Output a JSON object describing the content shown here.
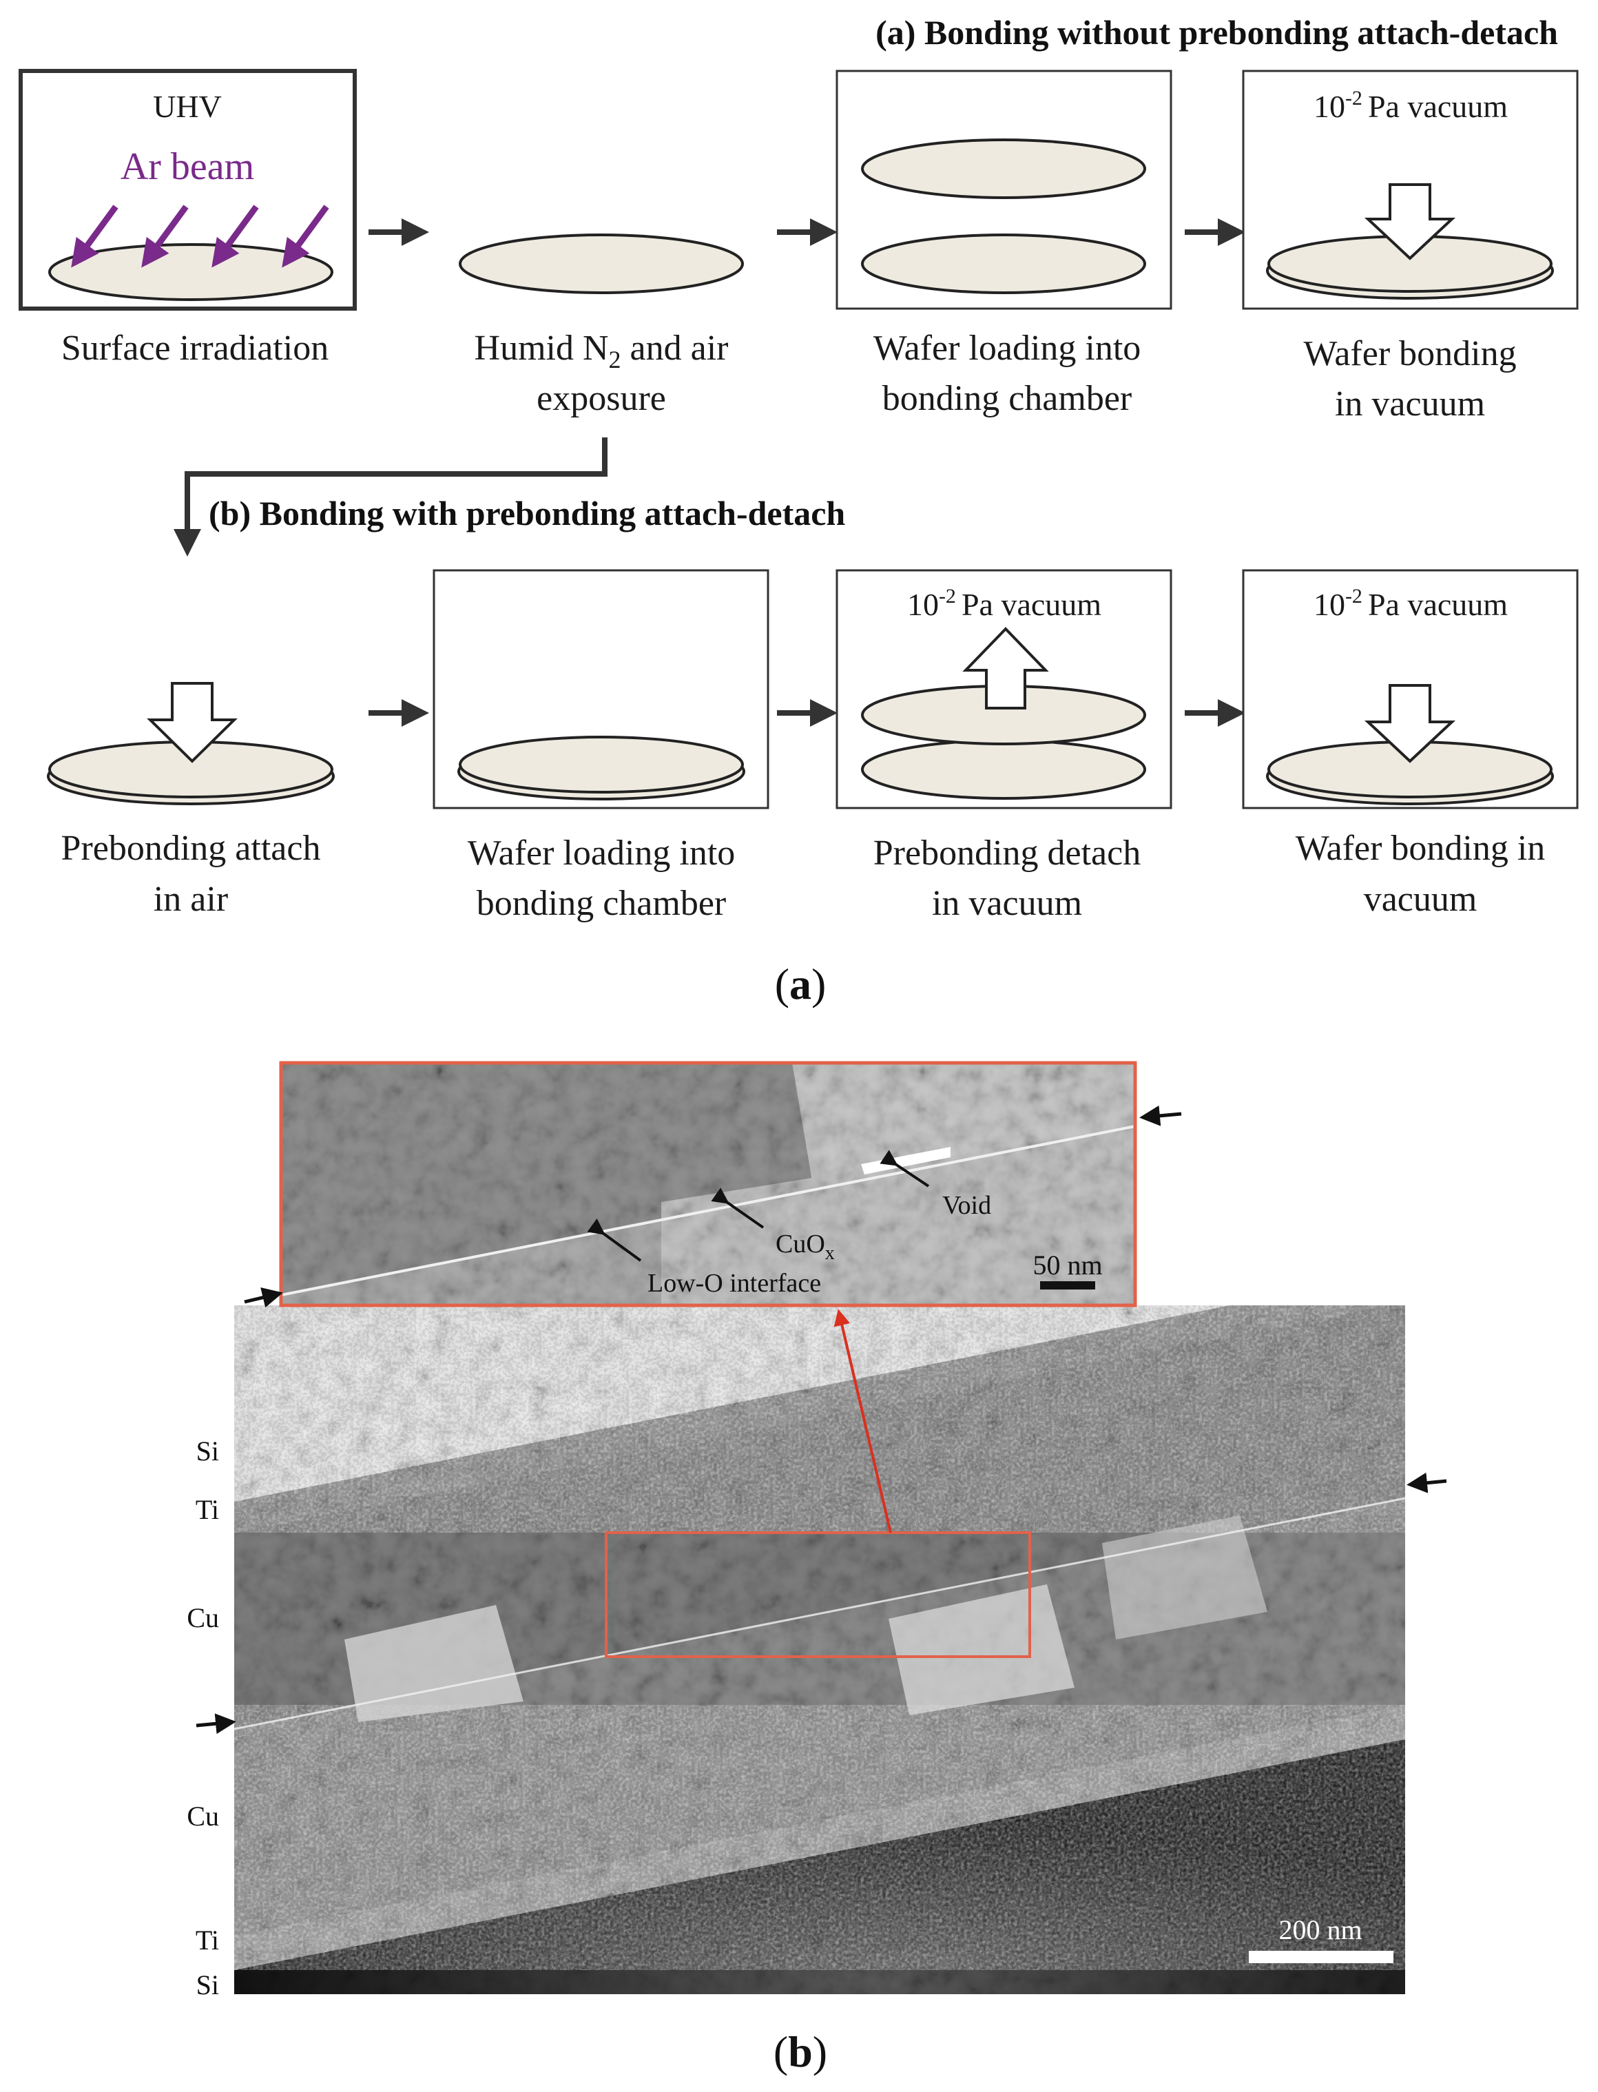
{
  "panel_a": {
    "header_a": "(a) Bonding without prebonding attach-detach",
    "header_b": "(b) Bonding with prebonding attach-detach",
    "uhv": "UHV",
    "ar_beam": "Ar beam",
    "vacuum_base": "10",
    "vacuum_exp": "-2",
    "vacuum_unit": "Pa vacuum",
    "row_a": {
      "step1": [
        "Surface irradiation"
      ],
      "step2_line1_pre": "Humid N",
      "step2_line1_sub": "2",
      "step2_line1_post": " and air",
      "step2_line2": "exposure",
      "step3": [
        "Wafer loading into",
        "bonding chamber"
      ],
      "step4": [
        "Wafer bonding",
        "in vacuum"
      ]
    },
    "row_b": {
      "step1": [
        "Prebonding attach",
        "in air"
      ],
      "step2": [
        "Wafer loading into",
        "bonding chamber"
      ],
      "step3": [
        "Prebonding detach",
        "in vacuum"
      ],
      "step4": [
        "Wafer bonding in",
        "vacuum"
      ]
    },
    "caption": {
      "open": "(",
      "letter": "a",
      "close": ")"
    }
  },
  "panel_b": {
    "layers": [
      "Si",
      "Ti",
      "Cu",
      "Cu",
      "Ti",
      "Si"
    ],
    "inset_void": "Void",
    "inset_cuox_base": "CuO",
    "inset_cuox_sub": "x",
    "inset_low_o": "Low-O interface",
    "inset_scale": "50 nm",
    "main_scale": "200 nm",
    "caption": {
      "open": "(",
      "letter": "b",
      "close": ")"
    }
  },
  "colors": {
    "wafer_fill": "#eeeae0",
    "ar_beam": "#7a2a8a",
    "arrow": "#333333",
    "inset_frame": "#e2624a",
    "pointer": "#d93020"
  }
}
